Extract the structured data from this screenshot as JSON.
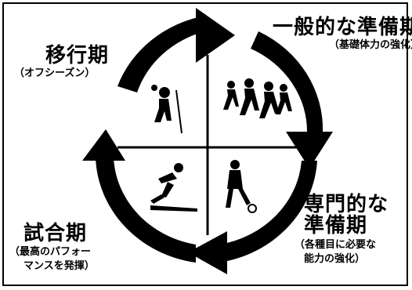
{
  "phases": {
    "transition": {
      "title": "移行期",
      "sub1": "（オフシーズン）"
    },
    "general_prep": {
      "title": "一般的な準備期",
      "sub1": "（基礎体力の強化）"
    },
    "specific_prep": {
      "title1": "専門的な",
      "title2": "準備期",
      "sub1": "（各種目に必要な",
      "sub2": "能力の強化）"
    },
    "competition": {
      "title": "試合期",
      "sub1": "（最高のパフォー",
      "sub2": "マンスを発揮）"
    }
  },
  "icons": {
    "transition": "hiker-skier-icon",
    "general_prep": "runners-group-icon",
    "specific_prep": "soccer-player-icon",
    "competition": "baseball-slide-icon"
  },
  "colors": {
    "ink": "#000000",
    "background": "#ffffff"
  }
}
